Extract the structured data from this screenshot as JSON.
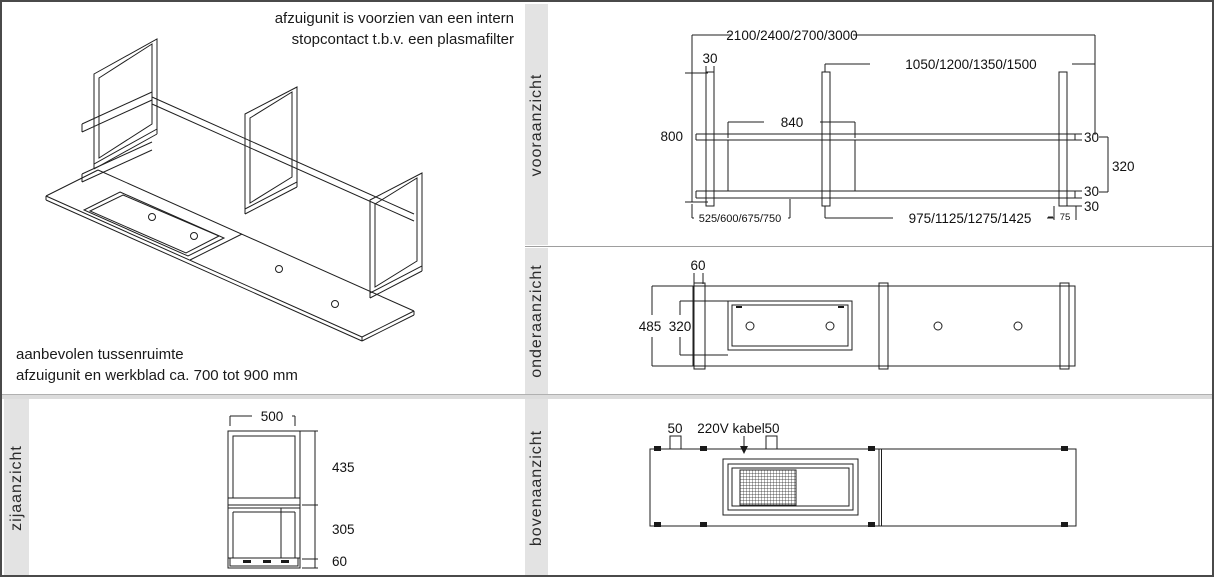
{
  "colors": {
    "band": "#e3e3e3",
    "line": "#1f1f1f",
    "text": "#1a1a1a",
    "divider": "#9e9e9e",
    "background": "#ffffff"
  },
  "iso": {
    "note_top": [
      "afzuigunit is voorzien van een intern",
      "stopcontact t.b.v. een plasmafilter"
    ],
    "note_bottom": [
      "aanbevolen tussenruimte",
      "afzuigunit en werkblad ca. 700 tot 900 mm"
    ]
  },
  "views": {
    "front": {
      "label": "vooraanzicht",
      "dim_total": "2100/2400/2700/3000",
      "dim_post": "30",
      "dim_right_span": "1050/1200/1350/1500",
      "dim_height": "800",
      "dim_filter": "840",
      "dim_rail_top": "30",
      "dim_inner": "320",
      "dim_rail_bottom": "30",
      "dim_overhang": "30",
      "dim_left_bottom": "525/600/675/750",
      "dim_right_bottom": "975/1125/1275/1425",
      "dim_end": "75"
    },
    "bottom": {
      "label": "onderaanzicht",
      "dim_post": "60",
      "dim_depth": "485",
      "dim_inner_depth": "320"
    },
    "side": {
      "label": "zijaanzicht",
      "dim_width": "500",
      "dim_upper": "435",
      "dim_lower": "305",
      "dim_foot": "60"
    },
    "top": {
      "label": "bovenaanzicht",
      "dim_tab_left": "50",
      "cable": "220V kabel",
      "dim_tab_right": "50"
    }
  }
}
